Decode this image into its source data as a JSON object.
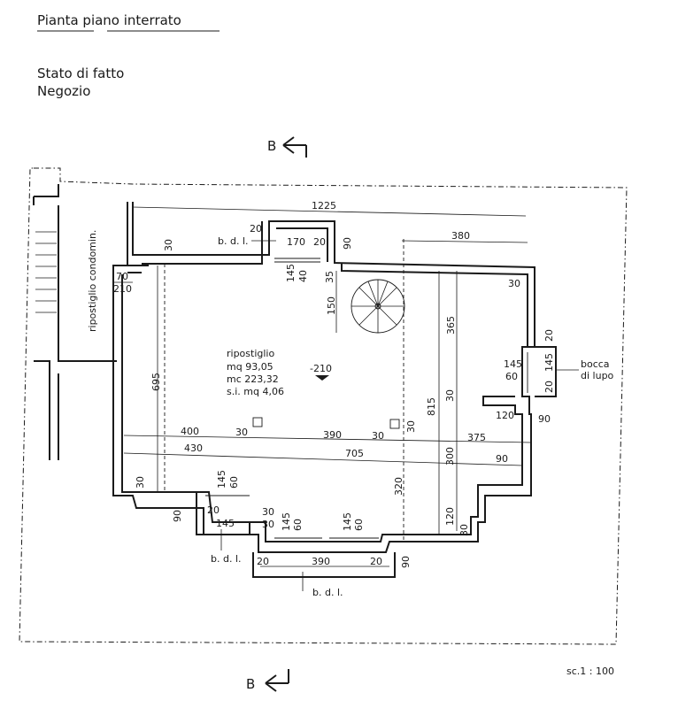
{
  "header": {
    "title": "Pianta piano interrato",
    "state": "Stato di fatto",
    "use": "Negozio"
  },
  "room": {
    "name": "ripostiglio",
    "area": "mq 93,05",
    "volume": "mc 223,32",
    "surface_lighting": "s.i. mq 4,06",
    "level": "-210"
  },
  "labels": {
    "condominium_storage": "ripostiglio condomin.",
    "door_note": "70",
    "door_note_h": "210",
    "bdl_top": "b. d. l.",
    "bdl_left": "b. d. l.",
    "bdl_bottom": "b. d. l.",
    "bocca_line1": "bocca",
    "bocca_line2": "di lupo",
    "section": "B",
    "scale": "sc.1 : 100"
  },
  "dimensions": {
    "d1225": "1225",
    "d20a": "20",
    "d170": "170",
    "d20b": "20",
    "d90a": "90",
    "d30a": "30",
    "d380": "380",
    "d145a": "145",
    "d40": "40",
    "d35": "35",
    "d150": "150",
    "d30b": "30",
    "d365": "365",
    "d20c": "20",
    "d145b": "145",
    "d60a": "60",
    "d145c": "145",
    "d20d": "20",
    "d695": "695",
    "d815": "815",
    "d30c": "30",
    "d120a": "120",
    "d90b": "90",
    "d400": "400",
    "d30d": "30",
    "d390a": "390",
    "d30e": "30",
    "d30f": "30",
    "d375": "375",
    "d430": "430",
    "d705": "705",
    "d300": "300",
    "d90c": "90",
    "d30g": "30",
    "d145d": "145",
    "d60b": "60",
    "d320": "320",
    "d90d": "90",
    "d20e": "20",
    "d30h": "30",
    "d145e": "145",
    "d30i": "30",
    "d145f": "145",
    "d60c": "60",
    "d145g": "145",
    "d60d": "60",
    "d120b": "120",
    "d30j": "30",
    "d20f": "20",
    "d390b": "390",
    "d20g": "20",
    "d90e": "90"
  }
}
